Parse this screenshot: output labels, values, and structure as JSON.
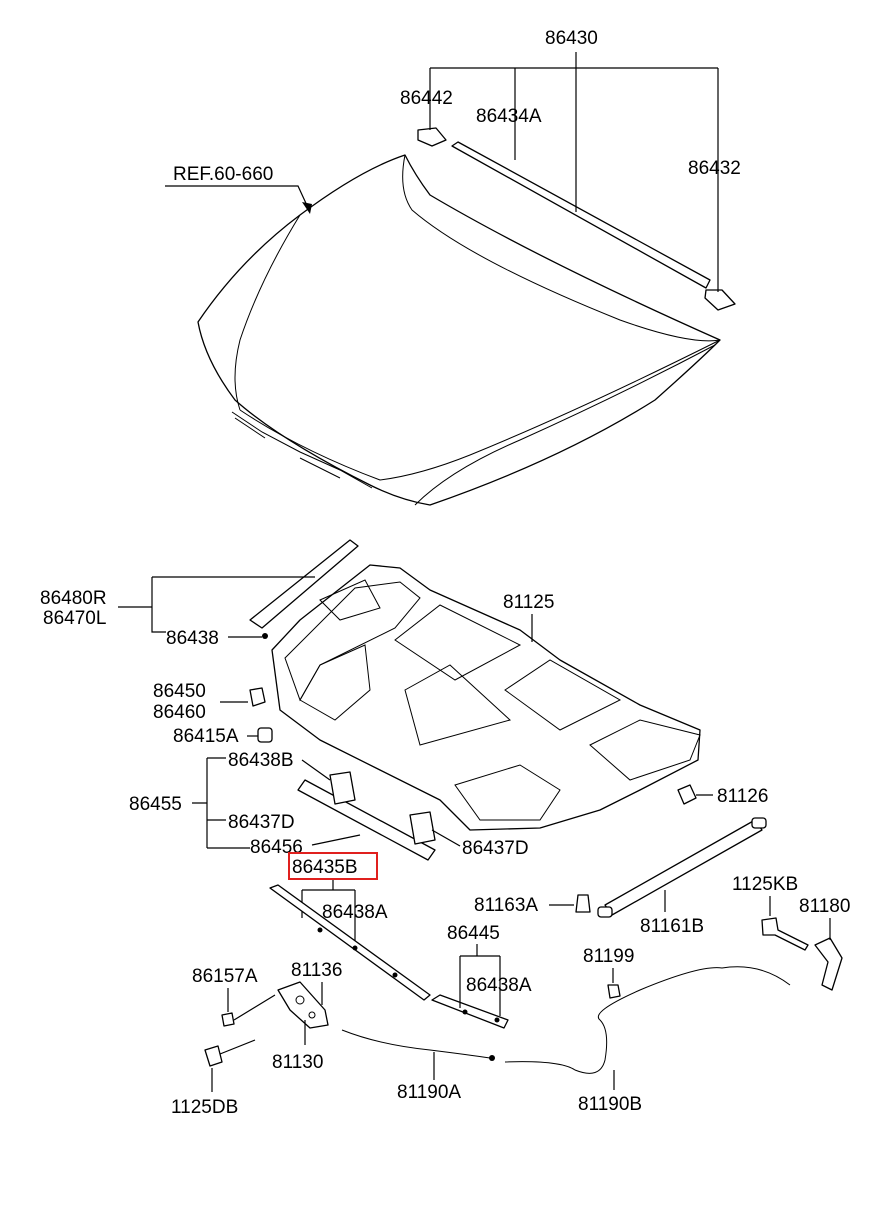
{
  "labels": {
    "p86430": "86430",
    "p86442": "86442",
    "p86434A": "86434A",
    "p86432": "86432",
    "ref": "REF.60-660",
    "p86480R": "86480R",
    "p86470L": "86470L",
    "p86438_top": "86438",
    "p81125": "81125",
    "p86450": "86450",
    "p86460": "86460",
    "p86415A": "86415A",
    "p86438B": "86438B",
    "p86455": "86455",
    "p86437D_left": "86437D",
    "p86456": "86456",
    "p86437D_right": "86437D",
    "p81126": "81126",
    "p86435B": "86435B",
    "p86438A_left": "86438A",
    "p81163A": "81163A",
    "p81161B": "81161B",
    "p1125KB": "1125KB",
    "p81180": "81180",
    "p86445": "86445",
    "p86438A_right": "86438A",
    "p81199": "81199",
    "p86157A": "86157A",
    "p81136": "81136",
    "p81130": "81130",
    "p1125DB": "1125DB",
    "p81190A": "81190A",
    "p81190B": "81190B"
  },
  "highlighted_part": "86435B",
  "colors": {
    "line": "#000000",
    "background": "#ffffff",
    "highlight_box": "#e0201e"
  }
}
